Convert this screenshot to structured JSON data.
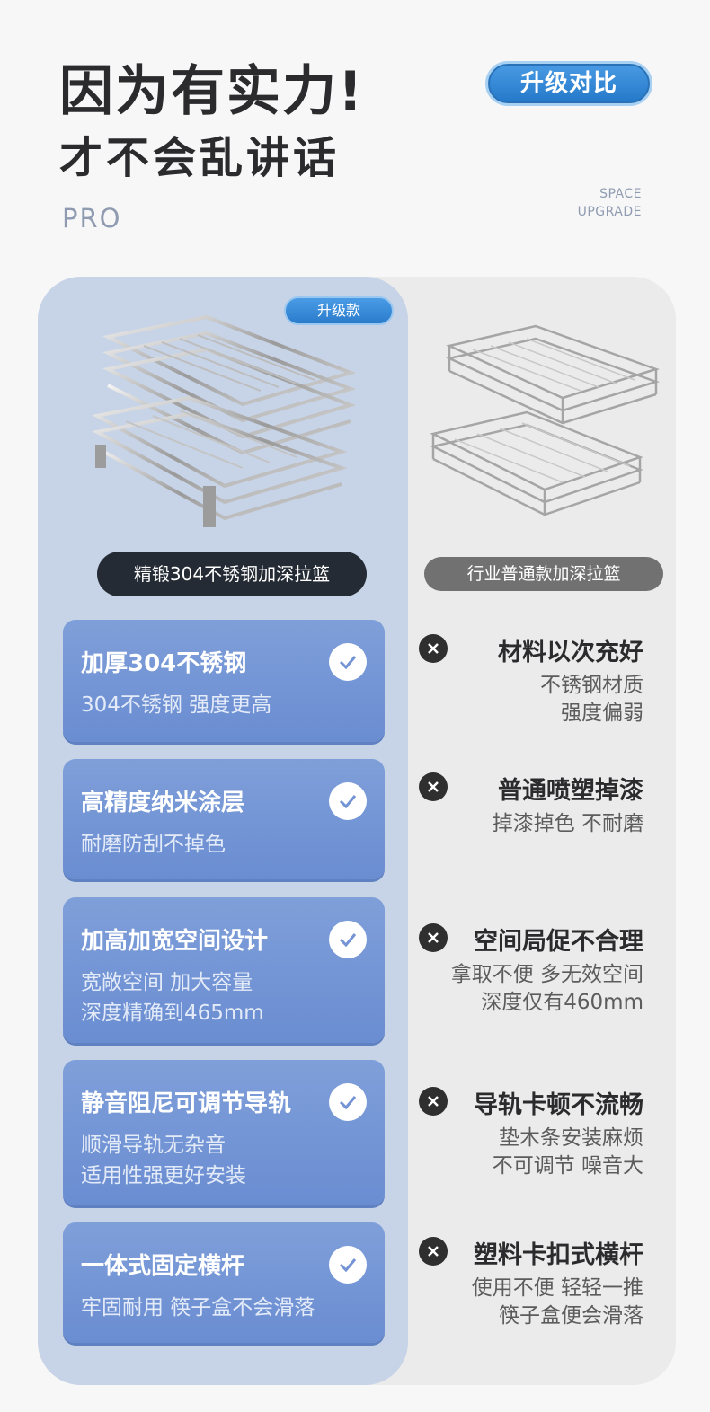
{
  "header": {
    "title_line1": "因为有实力!",
    "title_line2": "才不会乱讲话",
    "pro": "PRO",
    "compare_button": "升级对比",
    "space_line1": "SPACE",
    "space_line2": "UPGRADE"
  },
  "left_product": {
    "badge": "升级款",
    "label": "精锻304不锈钢加深拉篮"
  },
  "right_product": {
    "label": "行业普通款加深拉篮"
  },
  "features": [
    {
      "title": "加厚304不锈钢",
      "desc": "304不锈钢 强度更高"
    },
    {
      "title": "高精度纳米涂层",
      "desc": "耐磨防刮不掉色"
    },
    {
      "title": "加高加宽空间设计",
      "desc": "宽敞空间 加大容量\n深度精确到465mm"
    },
    {
      "title": "静音阻尼可调节导轨",
      "desc": "顺滑导轨无杂音\n适用性强更好安装"
    },
    {
      "title": "一体式固定横杆",
      "desc": "牢固耐用 筷子盒不会滑落"
    }
  ],
  "drawbacks": [
    {
      "title": "材料以次充好",
      "desc": "不锈钢材质\n强度偏弱"
    },
    {
      "title": "普通喷塑掉漆",
      "desc": "掉漆掉色 不耐磨"
    },
    {
      "title": "空间局促不合理",
      "desc": "拿取不便 多无效空间\n深度仅有460mm"
    },
    {
      "title": "导轨卡顿不流畅",
      "desc": "垫木条安装麻烦\n不可调节 噪音大"
    },
    {
      "title": "塑料卡扣式横杆",
      "desc": "使用不便 轻轻一推\n筷子盒便会滑落"
    }
  ],
  "colors": {
    "accent_blue": "#2a7bcb",
    "card_blue": "#7393d5",
    "panel_left": "#c7d3e7",
    "panel_right": "#ebebeb",
    "dark_label": "#252b34"
  },
  "icons": {
    "check": "check-icon",
    "cross": "cross-icon"
  }
}
